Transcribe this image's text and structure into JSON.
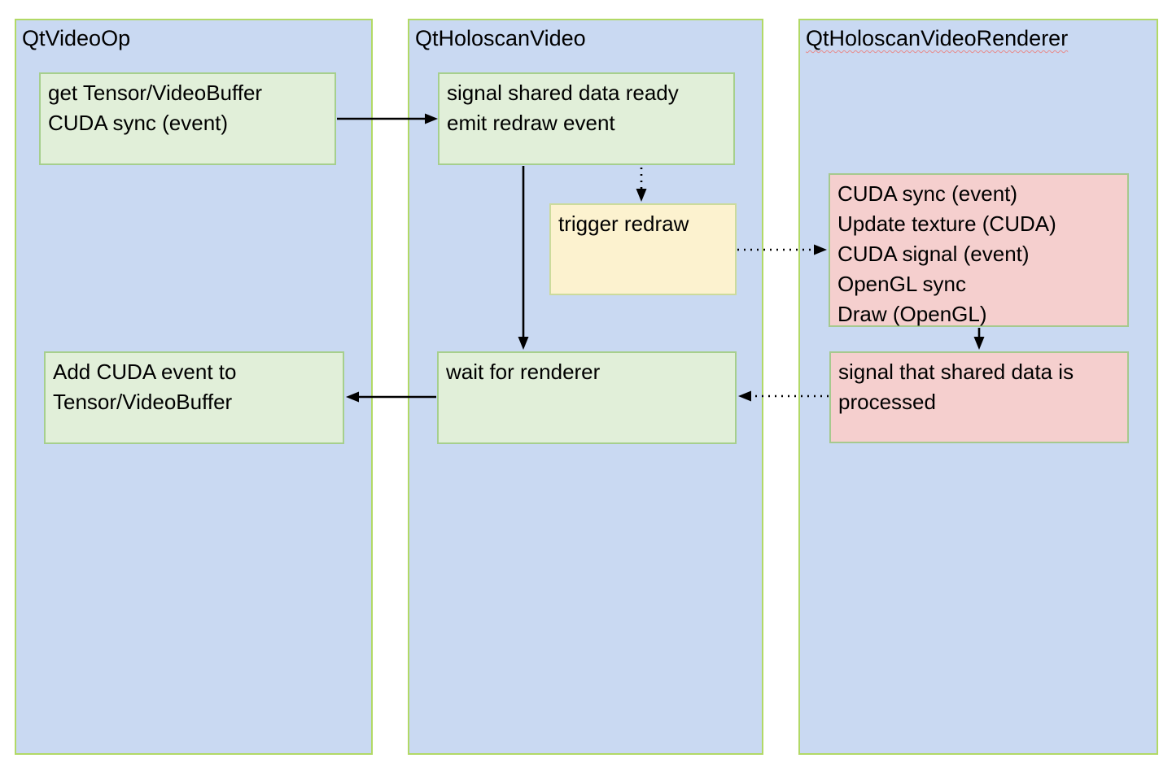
{
  "colors": {
    "canvas_bg": "#ffffff",
    "lane_fill": "#c9d9f2",
    "lane_border": "#b2d966",
    "green_fill": "#e1efd9",
    "green_border": "#a6cf8d",
    "yellow_fill": "#fcf2cf",
    "yellow_border": "#ccdb9c",
    "red_fill": "#f5cfce",
    "red_border": "#a6c98e",
    "arrow": "#000000",
    "title_underline": "#e88a8a",
    "text": "#000000"
  },
  "lanes": {
    "qtvideoop": {
      "title": "QtVideoOp"
    },
    "qtholoscanvideo": {
      "title": "QtHoloscanVideo"
    },
    "qtholoscanvideorenderer": {
      "title": "QtHoloscanVideoRenderer"
    }
  },
  "nodes": {
    "get_tensor": {
      "lines": [
        "get Tensor/VideoBuffer",
        "CUDA sync (event)"
      ]
    },
    "signal_ready": {
      "lines": [
        "signal shared data ready",
        "emit redraw event"
      ]
    },
    "trigger_redraw": {
      "lines": [
        "trigger redraw"
      ]
    },
    "renderer_steps": {
      "lines": [
        "CUDA sync (event)",
        "Update texture (CUDA)",
        "CUDA signal (event)",
        "OpenGL sync",
        "Draw (OpenGL)"
      ]
    },
    "wait_renderer": {
      "lines": [
        "wait for renderer"
      ]
    },
    "add_event": {
      "lines": [
        "Add CUDA event to",
        "Tensor/VideoBuffer"
      ]
    },
    "signal_processed": {
      "lines": [
        "signal that shared data is",
        "processed"
      ]
    }
  },
  "edges": [
    {
      "from": "get_tensor",
      "to": "signal_ready",
      "style": "solid"
    },
    {
      "from": "signal_ready",
      "to": "wait_renderer",
      "style": "solid"
    },
    {
      "from": "signal_ready",
      "to": "trigger_redraw",
      "style": "dotted"
    },
    {
      "from": "trigger_redraw",
      "to": "renderer_steps",
      "style": "dotted"
    },
    {
      "from": "renderer_steps",
      "to": "signal_processed",
      "style": "solid"
    },
    {
      "from": "signal_processed",
      "to": "wait_renderer",
      "style": "dotted"
    },
    {
      "from": "wait_renderer",
      "to": "add_event",
      "style": "solid"
    }
  ]
}
